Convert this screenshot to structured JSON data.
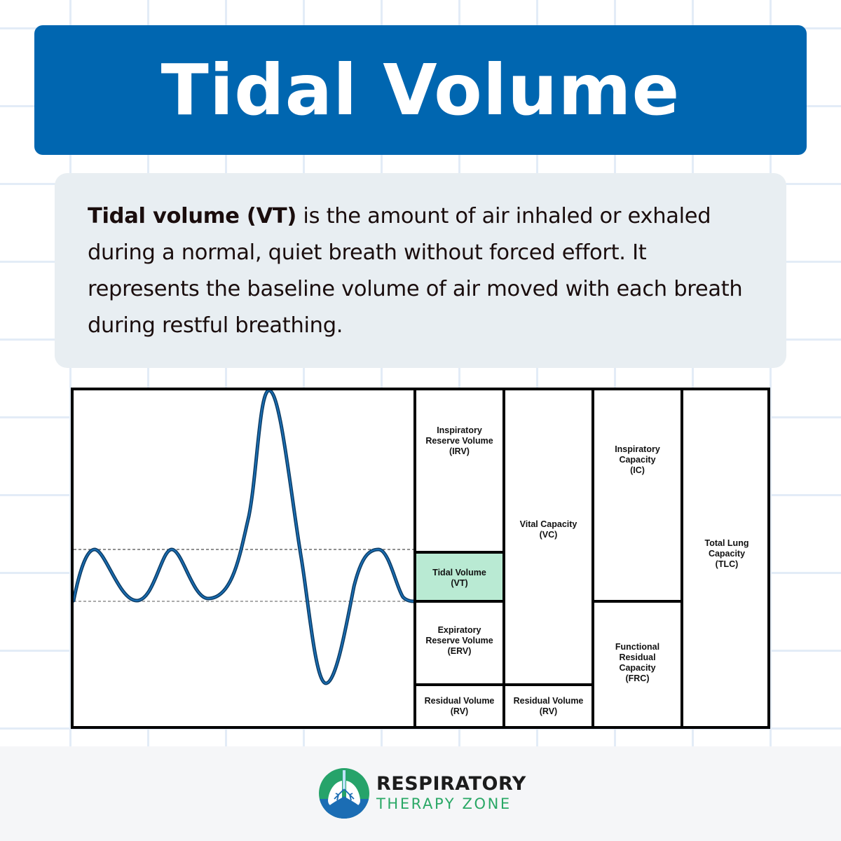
{
  "header": {
    "title": "Tidal Volume"
  },
  "description": {
    "bold_term": "Tidal volume (VT)",
    "text": " is the amount of air inhaled or exhaled during a normal, quiet breath without forced effort. It represents the baseline volume of air moved with each breath during restful breathing."
  },
  "diagram": {
    "colors": {
      "wave": "#1a6fb5",
      "tidal_highlight": "#b9ead3",
      "border": "#000000"
    },
    "columns": [
      {
        "cells": [
          {
            "label_line1": "Inspiratory",
            "label_line2": "Reserve Volume",
            "label_line3": "(IRV)"
          },
          {
            "label_line1": "Tidal Volume",
            "label_line2": "(VT)"
          },
          {
            "label_line1": "Expiratory",
            "label_line2": "Reserve Volume",
            "label_line3": "(ERV)"
          },
          {
            "label_line1": "Residual Volume",
            "label_line2": "(RV)"
          }
        ]
      },
      {
        "cells": [
          {
            "label_line1": "Vital Capacity",
            "label_line2": "(VC)"
          },
          {
            "label_line1": "Residual Volume",
            "label_line2": "(RV)"
          }
        ]
      },
      {
        "cells": [
          {
            "label_line1": "Inspiratory",
            "label_line2": "Capacity",
            "label_line3": "(IC)"
          },
          {
            "label_line1": "Functional",
            "label_line2": "Residual",
            "label_line3": "Capacity",
            "label_line4": "(FRC)"
          }
        ]
      },
      {
        "cells": [
          {
            "label_line1": "Total Lung",
            "label_line2": "Capacity",
            "label_line3": "(TLC)"
          }
        ]
      }
    ]
  },
  "footer": {
    "brand_line1": "RESPIRATORY",
    "brand_line2": "THERAPY ZONE"
  }
}
